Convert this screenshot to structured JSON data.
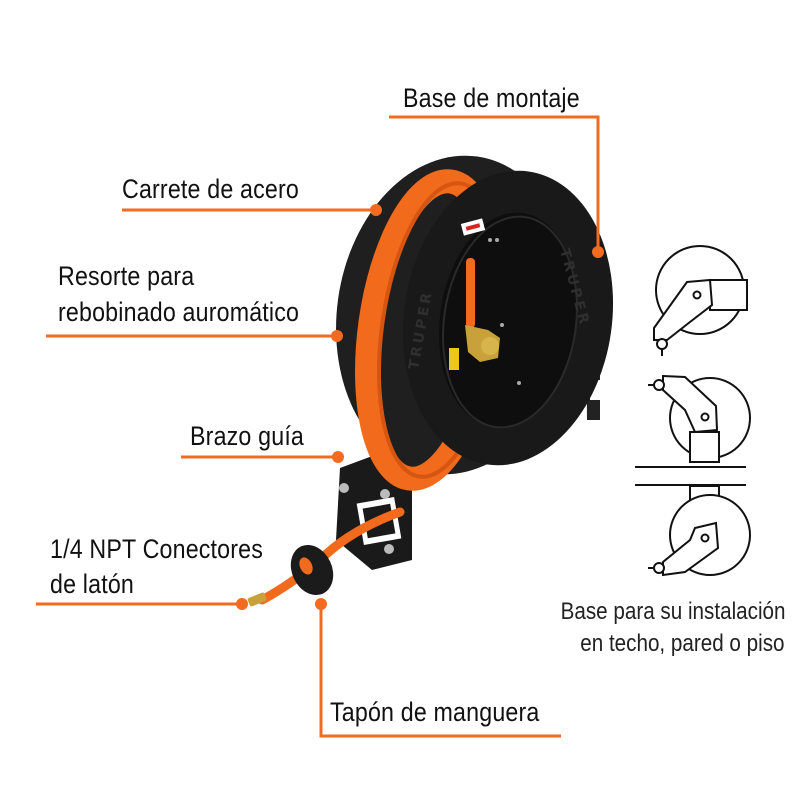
{
  "callouts": {
    "base_montaje": "Base de montaje",
    "carrete_acero": "Carrete de acero",
    "resorte_line1": "Resorte para",
    "resorte_line2": "rebobinado auromático",
    "brazo_guia": "Brazo guía",
    "conectores_line1": "1/4 NPT Conectores",
    "conectores_line2": "de latón",
    "tapon": "Tapón de manguera"
  },
  "installation_caption": {
    "line1": "Base para su instalación",
    "line2": "en techo, pared o piso"
  },
  "reel": {
    "brand_text": "TRUPER"
  },
  "colors": {
    "accent_orange": "#F26B21",
    "reel_black": "#1c1c1c",
    "hose_orange": "#F26A1B",
    "brass": "#C9A13A"
  }
}
